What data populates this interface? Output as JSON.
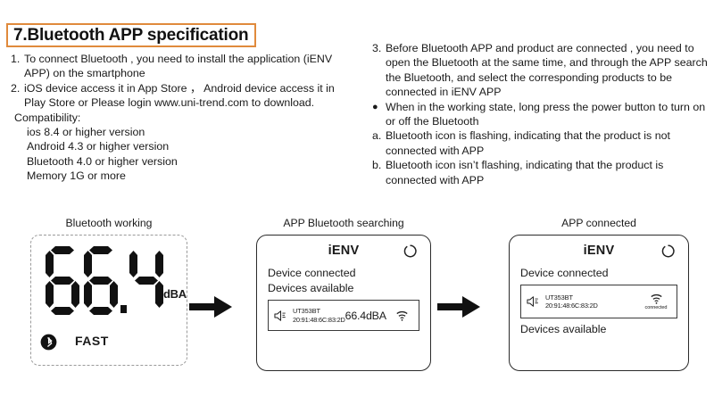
{
  "title": {
    "text": "7.Bluetooth APP specification",
    "border_color": "#e08a3c"
  },
  "left_column": {
    "items": [
      {
        "marker": "1.",
        "text": "To connect Bluetooth , you need to install the application (iENV APP) on the smartphone"
      },
      {
        "marker": "2.",
        "text": "iOS device access it in App Store ， Android device access it in Play Store or Please login www.uni-trend.com to download."
      }
    ],
    "compat_heading": "Compatibility:",
    "compat_items": [
      "ios 8.4 or higher version",
      "Android 4.3 or higher version",
      "Bluetooth 4.0 or higher version",
      "Memory 1G or more"
    ]
  },
  "right_column": {
    "items": [
      {
        "marker": "3.",
        "text": "Before Bluetooth APP and product are connected , you need to open the Bluetooth at the same time, and through the APP search the Bluetooth, and select the corresponding products to be connected in iENV APP"
      },
      {
        "marker": "●",
        "text": "When in the working state, long press the power button to turn on or off the Bluetooth"
      },
      {
        "marker": "a.",
        "text": "Bluetooth icon is flashing, indicating that the product is not connected with APP"
      },
      {
        "marker": "b.",
        "text": "Bluetooth icon isn’t flashing, indicating that the product is connected with APP"
      }
    ]
  },
  "panels": {
    "lcd": {
      "caption": "Bluetooth working",
      "reading": "66.4",
      "digits": [
        "6",
        "6",
        "4"
      ],
      "unit": "dBA",
      "mode": "FAST",
      "bluetooth_icon": "bluetooth-icon"
    },
    "searching": {
      "caption": "APP Bluetooth searching",
      "app_title": "iENV",
      "refresh_icon": "refresh-icon",
      "line_1": "Device connected",
      "line_2": "Devices available",
      "device": {
        "name": "UT353BT",
        "mac": "20:91:48:6C:83:2D",
        "value": "66.4dBA",
        "speaker_icon": "speaker-icon",
        "signal_icon": "signal-icon"
      }
    },
    "connected": {
      "caption": "APP connected",
      "app_title": "iENV",
      "refresh_icon": "refresh-icon",
      "line_1": "Device connected",
      "line_2": "Devices available",
      "device": {
        "name": "UT353BT",
        "mac": "20:91:48:6C:83:2D",
        "signal_icon": "signal-icon",
        "signal_label": "connected"
      }
    }
  }
}
